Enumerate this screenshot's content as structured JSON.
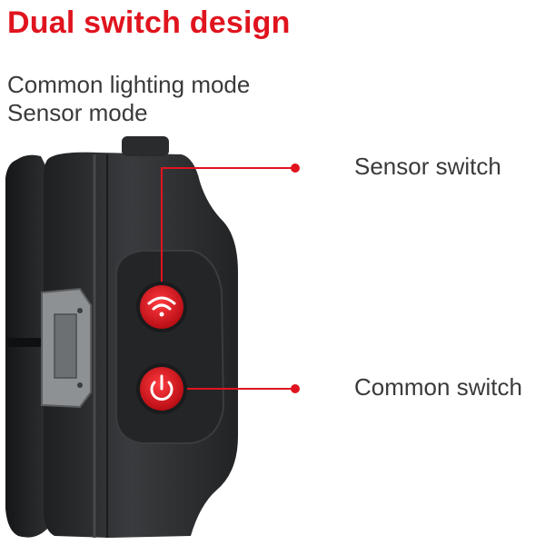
{
  "title": "Dual switch design",
  "modes": [
    "Common lighting mode",
    "Sensor mode"
  ],
  "callouts": {
    "sensor_switch": "Sensor switch",
    "common_switch": "Common switch"
  },
  "colors": {
    "accent": "#e0141e",
    "text": "#3a3a3a",
    "device_body": "#2b2c2e",
    "button_red": "#d8141c"
  },
  "icons": {
    "sensor_button": "wifi-sensor-icon",
    "common_button": "power-icon"
  }
}
